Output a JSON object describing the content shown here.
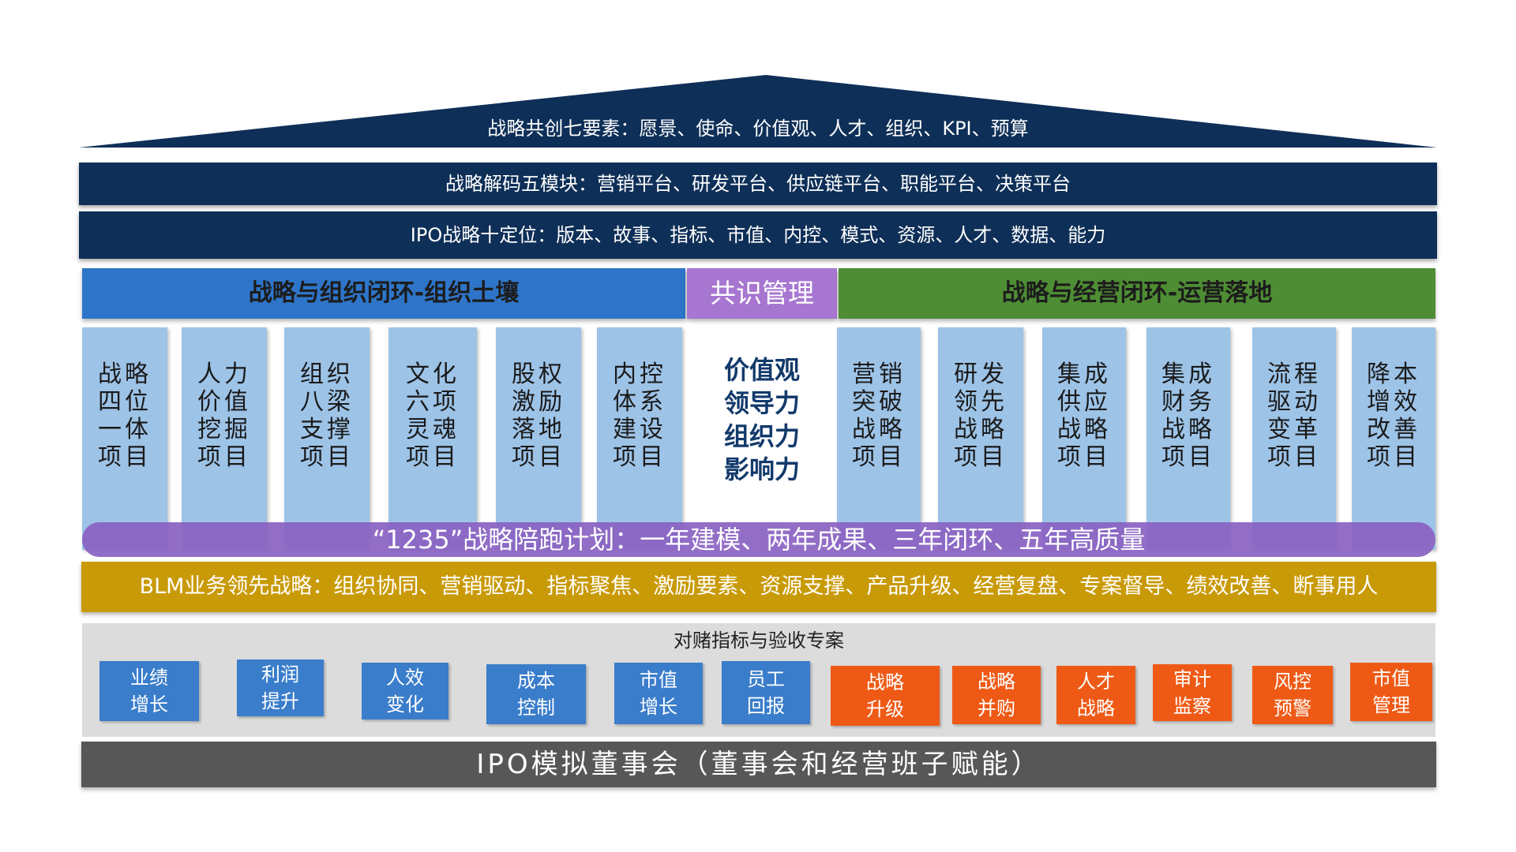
{
  "colors": {
    "navy": "#0e2f57",
    "blue_header": "#2e75c9",
    "purple": "#a776d1",
    "green": "#4e8d34",
    "pillar_blue": "#9dc3e7",
    "gold": "#c99a08",
    "tile_blue": "#3a7dcb",
    "tile_orange": "#ee5a16",
    "base_gray": "#575757"
  },
  "roof": {
    "text": "战略共创七要素：愿景、使命、价值观、人才、组织、KPI、预算"
  },
  "band1": {
    "text": "战略解码五模块：营销平台、研发平台、供应链平台、职能平台、决策平台"
  },
  "band2": {
    "text": "IPO战略十定位：版本、故事、指标、市值、内控、模式、资源、人才、数据、能力"
  },
  "headers": {
    "left": "战略与组织闭环-组织土壤",
    "middle": "共识管理",
    "right": "战略与经营闭环-运营落地"
  },
  "left_pillars": [
    "战略\n四位\n一体\n项目",
    "人力\n价值\n挖掘\n项目",
    "组织\n八梁\n支撑\n项目",
    "文化\n六项\n灵魂\n项目",
    "股权\n激励\n落地\n项目",
    "内控\n体系\n建设\n项目"
  ],
  "center": "价值观\n领导力\n组织力\n影响力",
  "right_pillars": [
    "营销\n突破\n战略\n项目",
    "研发\n领先\n战略\n项目",
    "集成\n供应\n战略\n项目",
    "集成\n财务\n战略\n项目",
    "流程\n驱动\n变革\n项目",
    "降本\n增效\n改善\n项目"
  ],
  "purple_band": "“1235”战略陪跑计划：一年建模、两年成果、三年闭环、五年高质量",
  "gold_band": "BLM业务领先战略：组织协同、营销驱动、指标聚焦、激励要素、资源支撑、产品升级、经营复盘、专案督导、绩效改善、断事用人",
  "metrics": {
    "title": "对赌指标与验收专案",
    "tiles": [
      {
        "label": "业绩\n增长",
        "kind": "blue"
      },
      {
        "label": "利润\n提升",
        "kind": "blue"
      },
      {
        "label": "人效\n变化",
        "kind": "blue"
      },
      {
        "label": "成本\n控制",
        "kind": "blue"
      },
      {
        "label": "市值\n增长",
        "kind": "blue"
      },
      {
        "label": "员工\n回报",
        "kind": "blue"
      },
      {
        "label": "战略\n升级",
        "kind": "orange"
      },
      {
        "label": "战略\n并购",
        "kind": "orange"
      },
      {
        "label": "人才\n战略",
        "kind": "orange"
      },
      {
        "label": "审计\n监察",
        "kind": "orange"
      },
      {
        "label": "风控\n预警",
        "kind": "orange"
      },
      {
        "label": "市值\n管理",
        "kind": "orange"
      }
    ]
  },
  "base": "IPO模拟董事会（董事会和经营班子赋能）"
}
